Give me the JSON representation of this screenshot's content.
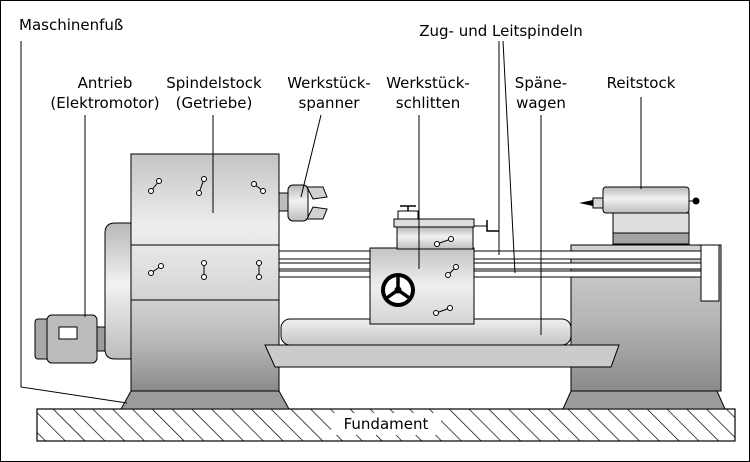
{
  "labels": {
    "maschinenfuss": "Maschinenfuß",
    "zug_leitspindeln": "Zug- und Leitspindeln",
    "antrieb_1": "Antrieb",
    "antrieb_2": "(Elektromotor)",
    "spindelstock_1": "Spindelstock",
    "spindelstock_2": "(Getriebe)",
    "spanner_1": "Werkstück-",
    "spanner_2": "spanner",
    "schlitten_1": "Werkstück-",
    "schlitten_2": "schlitten",
    "spaene_1": "Späne-",
    "spaene_2": "wagen",
    "reitstock": "Reitstock",
    "fundament": "Fundament"
  },
  "colors": {
    "dark_gray": "#9b9b9b",
    "mid_gray": "#c6c6c6",
    "light_gray": "#e4e4e4",
    "line": "#000000",
    "background": "#ffffff"
  }
}
